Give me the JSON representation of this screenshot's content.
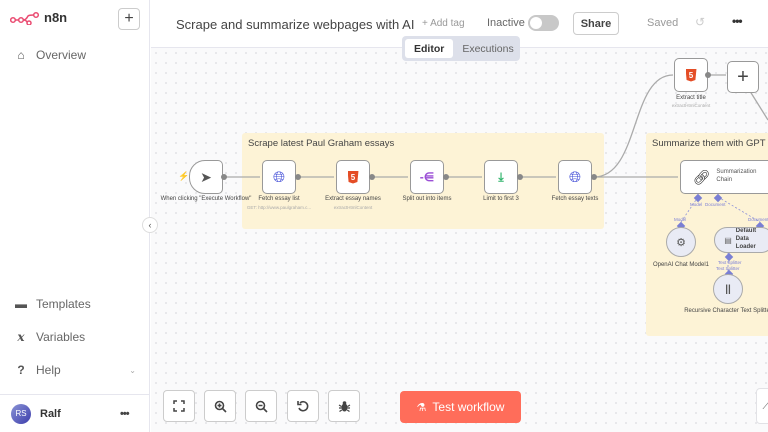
{
  "app": {
    "name": "n8n"
  },
  "sidebar": {
    "add_label": "+",
    "items": [
      {
        "label": "Overview",
        "icon": "home-icon"
      },
      {
        "label": "Templates",
        "icon": "box-icon"
      },
      {
        "label": "Variables",
        "icon": "variable-icon"
      },
      {
        "label": "Help",
        "icon": "question-icon"
      }
    ],
    "user": {
      "initials": "RS",
      "name": "Ralf",
      "menu": "•••"
    },
    "collapse": "‹"
  },
  "header": {
    "title": "Scrape and summarize webpages with AI",
    "add_tag": "+ Add tag",
    "status": "Inactive",
    "share": "Share",
    "saved": "Saved",
    "history": "↺",
    "more": "•••"
  },
  "tabs": [
    {
      "label": "Editor"
    },
    {
      "label": "Executions"
    }
  ],
  "canvas": {
    "groups": [
      {
        "title": "Scrape latest Paul Graham essays"
      },
      {
        "title": "Summarize them with GPT"
      }
    ],
    "nodes": [
      {
        "label": "When clicking \"Execute Workflow\"",
        "sub": ""
      },
      {
        "label": "Fetch essay list",
        "sub": "GET: http://www.paulgraham.c..."
      },
      {
        "label": "Extract essay names",
        "sub": "extractHtmlContent"
      },
      {
        "label": "Split out into items",
        "sub": ""
      },
      {
        "label": "Limit to first 3",
        "sub": ""
      },
      {
        "label": "Fetch essay texts",
        "sub": ""
      },
      {
        "label": "Extract title",
        "sub": "extractHtmlContent"
      },
      {
        "label": "Summarization Chain",
        "sub": ""
      },
      {
        "label": "OpenAI Chat Model1",
        "sub": ""
      },
      {
        "label": "Default Data Loader",
        "sub": ""
      },
      {
        "label": "Recursive Character Text Splitter",
        "sub": ""
      }
    ],
    "ports": {
      "model": "Model",
      "document": "Document",
      "text_splitter": "Text Splitter"
    },
    "add_node": "+"
  },
  "toolbar": {
    "fit": "fit-view",
    "zoom_in": "zoom-in",
    "zoom_out": "zoom-out",
    "reset": "reset-zoom",
    "debug": "debug",
    "test_label": "Test workflow"
  },
  "colors": {
    "accent": "#ff6d5a",
    "sticky": "#fdf3d6",
    "ai_port": "#7a7fd4"
  }
}
